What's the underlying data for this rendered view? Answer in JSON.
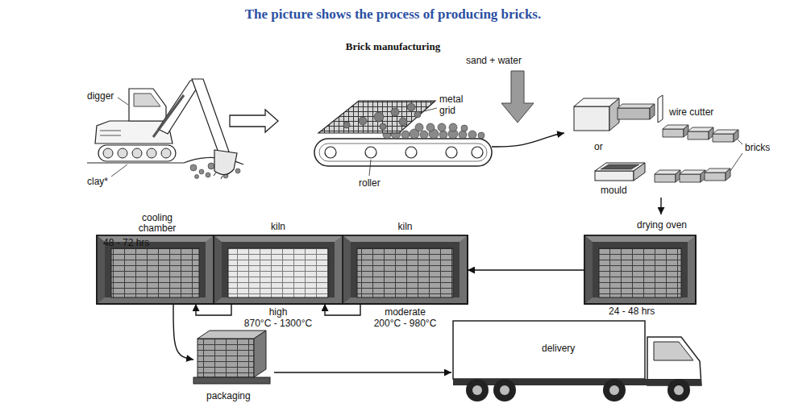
{
  "diagram": {
    "title": "Brick manufacturing",
    "caption": "The picture shows the process of producing bricks.",
    "nodes": [
      {
        "text": [
          "digger",
          "clay*"
        ]
      },
      {
        "text": [
          "metal grid",
          "roller"
        ]
      },
      {
        "text": [
          "wire cutter",
          "or",
          "bricks",
          "mould"
        ]
      },
      {
        "text": [
          "cooling chamber",
          "48 - 72 hrs"
        ]
      },
      {
        "text": [
          "kiln",
          "high",
          "870°C - 1300°C"
        ]
      },
      {
        "text": [
          "kiln",
          "moderate",
          "200°C - 980°C"
        ]
      },
      {
        "text": [
          "drying oven",
          "24 - 48 hrs"
        ]
      },
      {
        "text": [
          "packaging"
        ]
      },
      {
        "text": [
          "delivery"
        ]
      }
    ],
    "edges": [
      {
        "from": 0,
        "to": 1,
        "arrow": "to"
      },
      {
        "from": 1,
        "to": 2,
        "arrow": "to"
      },
      {
        "from": 2,
        "to": 6,
        "arrow": "to"
      },
      {
        "from": 6,
        "to": 5,
        "arrow": "to"
      },
      {
        "from": 5,
        "to": 4,
        "arrow": "to"
      },
      {
        "from": 4,
        "to": 3,
        "arrow": "to"
      },
      {
        "from": 3,
        "to": 7,
        "arrow": "to"
      },
      {
        "from": 7,
        "to": 8,
        "arrow": "to"
      }
    ],
    "labels": [
      "sand + water"
    ]
  }
}
